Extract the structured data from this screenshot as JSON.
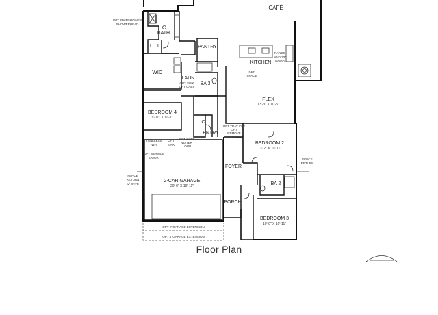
{
  "caption": "Floor Plan",
  "rooms": {
    "cafe": "CAFÉ",
    "bath": "BATH",
    "pantry": "PANTRY",
    "kitchen": "KITCHEN",
    "wic": "WIC",
    "laun": "LAUN",
    "ba3": "BA 3",
    "flex": {
      "name": "FLEX",
      "dims": "13'-3\" X 10'-5\""
    },
    "bedroom4": {
      "name": "BEDROOM 4",
      "dims": "9'-11\" X 11'-1\""
    },
    "entry": "ENTRY",
    "bedroom2": {
      "name": "BEDROOM 2",
      "dims": "13'-2\" X 10'-11\""
    },
    "foyer": "FOYER",
    "garage": {
      "name": "2-CAR GARAGE",
      "dims": "20'-0\" X 19'-11\""
    },
    "ba2": "BA 2",
    "porch": "PORCH",
    "bedroom3": {
      "name": "BEDROOM 3",
      "dims": "10'-0\" X 10'-11\""
    }
  },
  "notes": {
    "opt_rainshower": [
      "OPT. RAINSHOWER",
      "SHOWERHEAD"
    ],
    "range_hood": [
      "RANGE",
      "AND 30\"",
      "HOOD"
    ],
    "ref_space": [
      "REF",
      "SPACE"
    ],
    "opt_sink_cabs": [
      "OPT SINK",
      "OPT CABS"
    ],
    "opt_clg": [
      "OPT TRAY CLG",
      "OPT",
      "REMOVE",
      "TRAY CLG"
    ],
    "tankless": [
      "TANKLESS",
      "WH"
    ],
    "opt_soft": [
      "OPT SOFT",
      "WATER",
      "LOOP"
    ],
    "opt_sink": [
      "OPT",
      "SINK"
    ],
    "opt_service_door": [
      "OPT SERVICE",
      "DOOR"
    ],
    "fence_left": [
      "FENCE",
      "RETURN",
      "w/ GATE"
    ],
    "fence_right": [
      "FENCE",
      "RETURN"
    ],
    "garage_ext_2": "OPT 2' GARAGE EXTENSION",
    "garage_ext_4": "OPT 4' GARAGE EXTENSION",
    "l": "L",
    "c": "C",
    "l2": "L"
  }
}
